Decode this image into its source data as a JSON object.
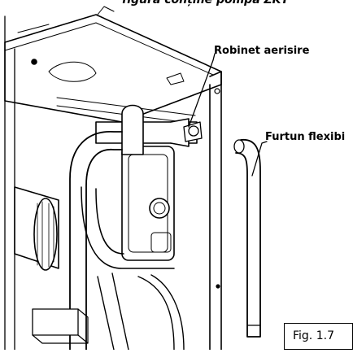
{
  "header_caption": "figura conține pompa ZKT",
  "labels": {
    "robinet": "Robinet aerisire",
    "furtun": "Furtun flexibi"
  },
  "figure_number": "Fig. 1.7"
}
